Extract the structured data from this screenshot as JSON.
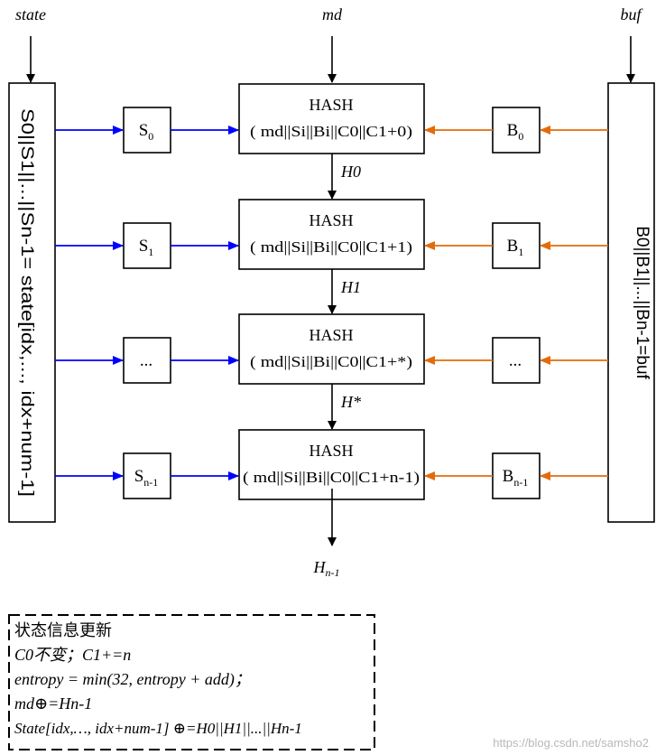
{
  "inputs": {
    "state": "state",
    "md": "md",
    "buf": "buf"
  },
  "left_bar": "S0||S1||...||Sn-1= state[idx,..., idx+num-1]",
  "right_bar": "B0||B1||...||Bn-1=buf",
  "rows": [
    {
      "s": "S",
      "s_sub": "0",
      "b": "B",
      "b_sub": "0",
      "hash_title": "HASH",
      "hash_formula": "( md||Si||Bi||C0||C1+0)",
      "output": "H0"
    },
    {
      "s": "S",
      "s_sub": "1",
      "b": "B",
      "b_sub": "1",
      "hash_title": "HASH",
      "hash_formula": "( md||Si||Bi||C0||C1+1)",
      "output": "H1"
    },
    {
      "s": "...",
      "s_sub": "",
      "b": "...",
      "b_sub": "",
      "hash_title": "HASH",
      "hash_formula": "( md||Si||Bi||C0||C1+*)",
      "output": "H*"
    },
    {
      "s": "S",
      "s_sub": "n-1",
      "b": "B",
      "b_sub": "n-1",
      "hash_title": "HASH",
      "hash_formula": "( md||Si||Bi||C0||C1+n-1)",
      "output": "Hn-1"
    }
  ],
  "final_output": {
    "main": "H",
    "sub": "n-1"
  },
  "notes": {
    "title": "状态信息更新",
    "lines": [
      "C0不变；C1+=n",
      "entropy = min(32, entropy + add)；",
      "md⊕=Hn-1",
      "State[idx,…, idx+num-1] ⊕=H0||H1||...||Hn-1"
    ]
  },
  "watermark": "https://blog.csdn.net/samsho2",
  "colors": {
    "left_arrows": "#0000ff",
    "right_arrows": "#e36c0a",
    "stroke": "#000000"
  }
}
